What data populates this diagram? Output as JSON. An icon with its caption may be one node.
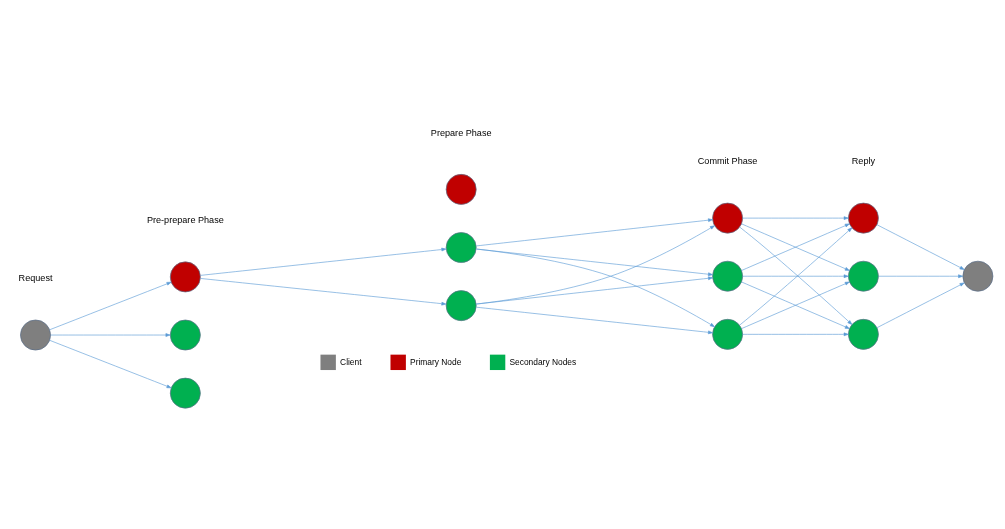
{
  "diagram": {
    "nodes": [
      {
        "text": [],
        "shape": "circle"
      },
      {
        "text": [],
        "shape": "circle"
      },
      {
        "text": [],
        "shape": "circle"
      },
      {
        "text": [],
        "shape": "circle"
      },
      {
        "text": [],
        "shape": "circle"
      },
      {
        "text": [],
        "shape": "circle"
      },
      {
        "text": [],
        "shape": "circle"
      },
      {
        "text": [],
        "shape": "circle"
      },
      {
        "text": [],
        "shape": "circle"
      },
      {
        "text": [],
        "shape": "circle"
      },
      {
        "text": [],
        "shape": "circle"
      },
      {
        "text": [],
        "shape": "circle"
      },
      {
        "text": [],
        "shape": "circle"
      },
      {
        "text": [],
        "shape": "circle"
      }
    ],
    "edges": [
      {
        "from": 0,
        "to": 1,
        "arrow": "to"
      },
      {
        "from": 0,
        "to": 2,
        "arrow": "to"
      },
      {
        "from": 0,
        "to": 3,
        "arrow": "to"
      },
      {
        "from": 1,
        "to": 5,
        "arrow": "to"
      },
      {
        "from": 1,
        "to": 6,
        "arrow": "to"
      },
      {
        "from": 5,
        "to": 7,
        "arrow": "to"
      },
      {
        "from": 5,
        "to": 8,
        "arrow": "to"
      },
      {
        "from": 5,
        "to": 9,
        "arrow": "to"
      },
      {
        "from": 6,
        "to": 7,
        "arrow": "to"
      },
      {
        "from": 6,
        "to": 8,
        "arrow": "to"
      },
      {
        "from": 6,
        "to": 9,
        "arrow": "to"
      },
      {
        "from": 7,
        "to": 10,
        "arrow": "to"
      },
      {
        "from": 7,
        "to": 11,
        "arrow": "to"
      },
      {
        "from": 7,
        "to": 12,
        "arrow": "to"
      },
      {
        "from": 8,
        "to": 10,
        "arrow": "to"
      },
      {
        "from": 8,
        "to": 11,
        "arrow": "to"
      },
      {
        "from": 8,
        "to": 12,
        "arrow": "to"
      },
      {
        "from": 9,
        "to": 10,
        "arrow": "to"
      },
      {
        "from": 9,
        "to": 11,
        "arrow": "to"
      },
      {
        "from": 9,
        "to": 12,
        "arrow": "to"
      },
      {
        "from": 10,
        "to": 13,
        "arrow": "to"
      },
      {
        "from": 11,
        "to": 13,
        "arrow": "to"
      },
      {
        "from": 12,
        "to": 13,
        "arrow": "to"
      }
    ],
    "labels": [
      "Request",
      "Pre-prepare Phase",
      "Prepare Phase",
      "Commit Phase",
      "Reply"
    ],
    "legend": [
      {
        "text": "Client",
        "color": "#7f7f7f"
      },
      {
        "text": "Primary Node",
        "color": "#c00000"
      },
      {
        "text": "Secondary Nodes",
        "color": "#00b050"
      }
    ]
  }
}
